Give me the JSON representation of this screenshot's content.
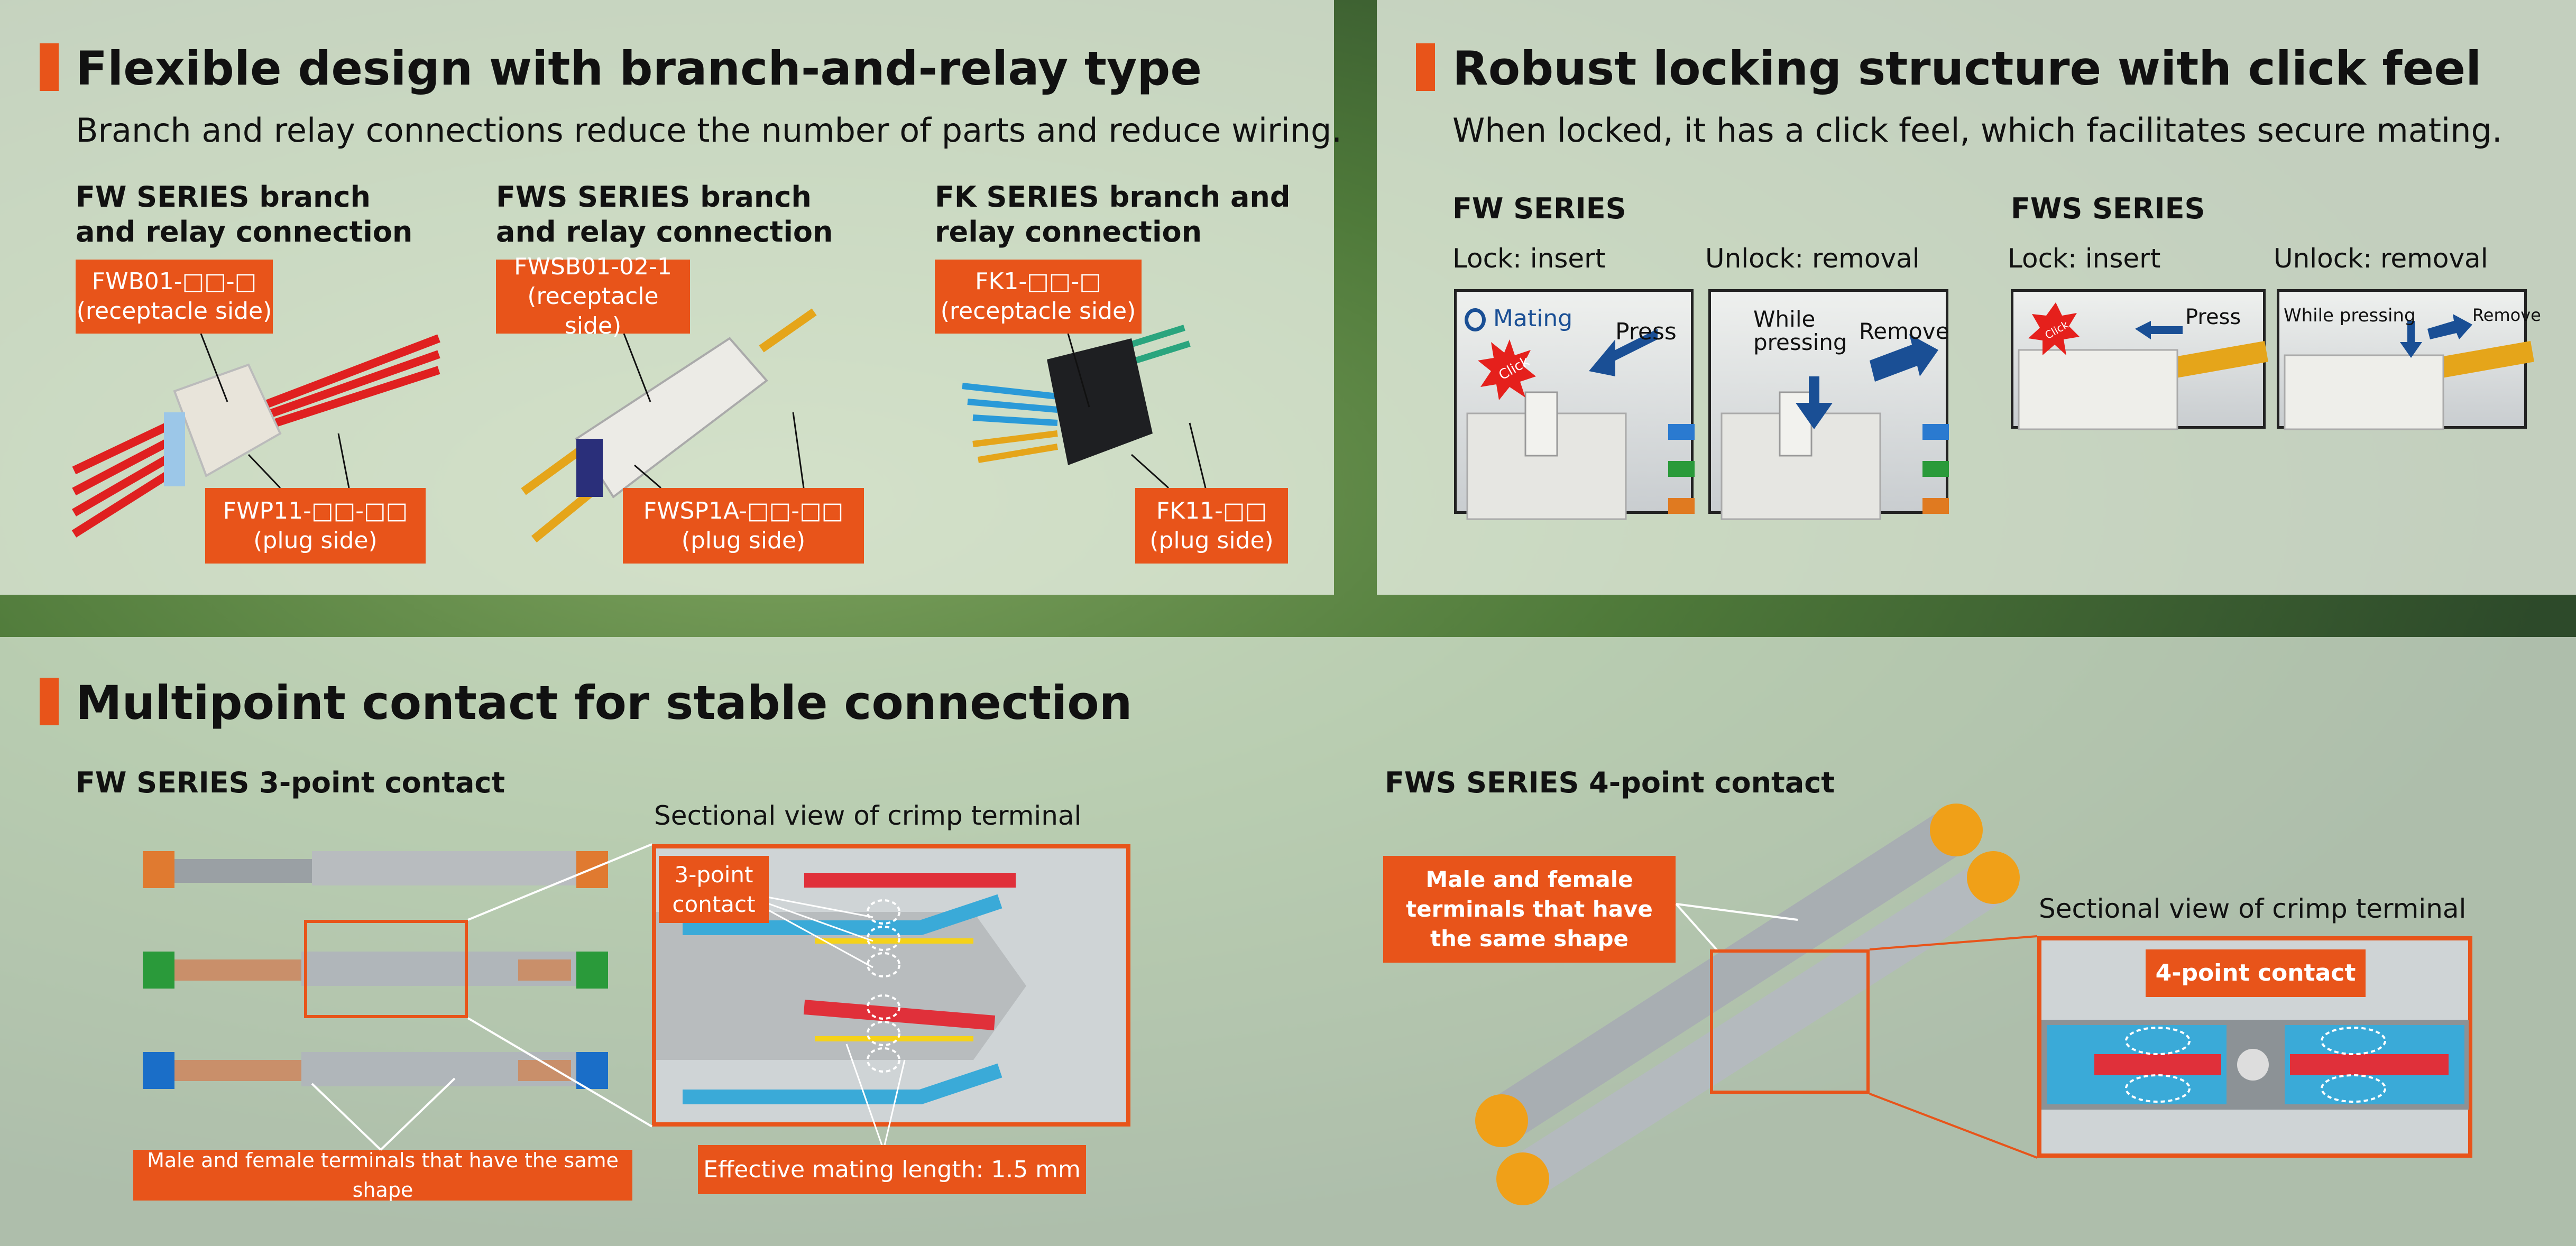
{
  "section1": {
    "title": "Flexible design with branch-and-relay type",
    "subtitle": "Branch and relay connections reduce the number of parts and reduce wiring.",
    "columns": [
      {
        "heading": "FW SERIES branch and relay connection",
        "receptacle_part": "FWB01-□□-□",
        "receptacle_side": "(receptacle side)",
        "plug_part": "FWP11-□□-□□",
        "plug_side": "(plug side)"
      },
      {
        "heading": "FWS SERIES branch and relay connection",
        "receptacle_part": "FWSB01-02-1",
        "receptacle_side": "(receptacle side)",
        "plug_part": "FWSP1A-□□-□□",
        "plug_side": "(plug side)"
      },
      {
        "heading": "FK SERIES branch and relay connection",
        "receptacle_part": "FK1-□□-□",
        "receptacle_side": "(receptacle side)",
        "plug_part": "FK11-□□",
        "plug_side": "(plug side)"
      }
    ]
  },
  "section2": {
    "title": "Robust locking structure with click feel",
    "subtitle": "When locked, it has a click feel, which facilitates secure mating.",
    "fw": {
      "series": "FW SERIES",
      "lock": "Lock: insert",
      "unlock": "Unlock: removal",
      "mating": "Mating",
      "press": "Press",
      "click": "Click",
      "while_pressing": "While pressing",
      "remove": "Remove"
    },
    "fws": {
      "series": "FWS SERIES",
      "lock": "Lock: insert",
      "unlock": "Unlock: removal",
      "press": "Press",
      "click": "Click",
      "while_pressing": "While pressing",
      "remove": "Remove"
    }
  },
  "section3": {
    "title": "Multipoint contact for stable connection",
    "fw": {
      "heading": "FW SERIES 3-point contact",
      "sectional": "Sectional view of crimp terminal",
      "contact": "3-point contact",
      "same_shape": "Male and female terminals that have the same shape",
      "mating_length": "Effective mating length: 1.5 mm"
    },
    "fws": {
      "heading": "FWS SERIES 4-point contact",
      "sectional": "Sectional view of crimp terminal",
      "contact": "4-point contact",
      "same_shape": "Male and female terminals that have the same shape"
    }
  },
  "colors": {
    "accent": "#e8541a",
    "arrow": "#1a4f95",
    "click": "#e5201c"
  }
}
